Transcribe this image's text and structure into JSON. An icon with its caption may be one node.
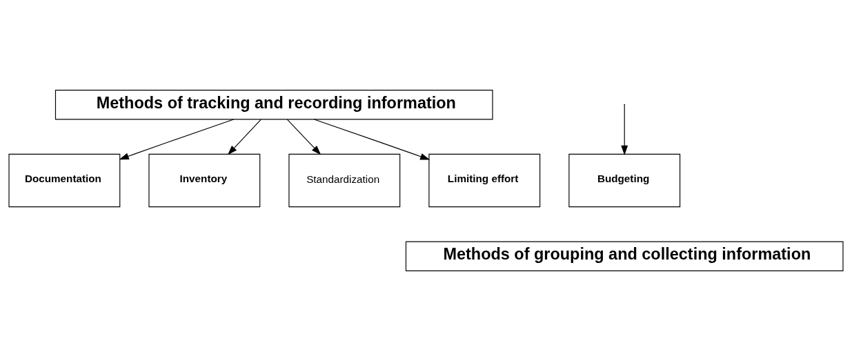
{
  "diagram": {
    "nodes": [
      {
        "text": [
          "Methods of tracking and recording information"
        ]
      },
      {
        "text": [
          "Documentation"
        ]
      },
      {
        "text": [
          "Inventory"
        ]
      },
      {
        "text": [
          "Standardization"
        ]
      },
      {
        "text": [
          "Limiting effort"
        ]
      },
      {
        "text": [
          "Budgeting"
        ]
      },
      {
        "text": [
          "Methods of grouping and collecting information"
        ]
      }
    ],
    "edges": [
      {
        "from": 0,
        "to": 1,
        "arrow": "to"
      },
      {
        "from": 0,
        "to": 2,
        "arrow": "to"
      },
      {
        "from": 0,
        "to": 3,
        "arrow": "to"
      },
      {
        "from": 0,
        "to": 4,
        "arrow": "to"
      },
      {
        "from": null,
        "to": 5,
        "arrow": "to"
      }
    ]
  }
}
